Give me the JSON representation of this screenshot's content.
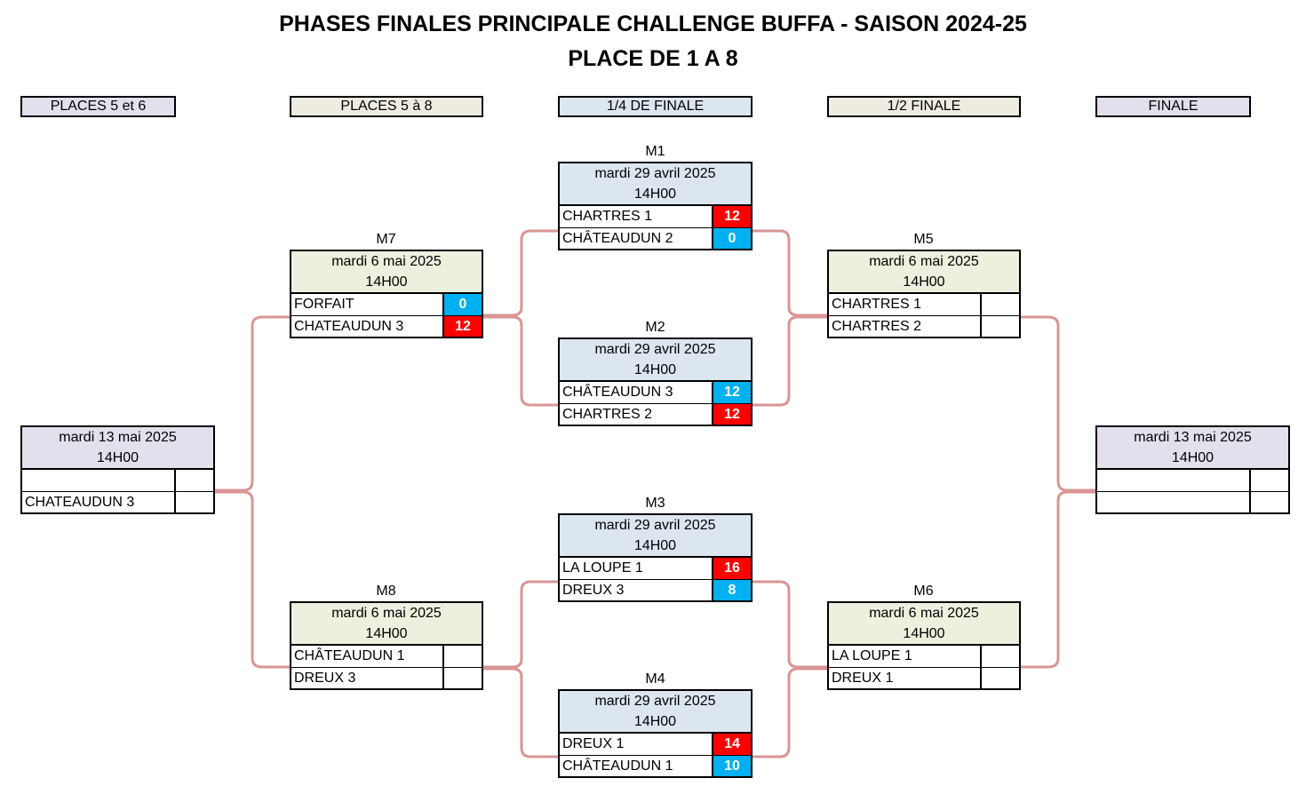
{
  "title_line1": "PHASES FINALES PRINCIPALE CHALLENGE BUFFA - SAISON 2024-25",
  "title_line2": "PLACE DE 1 A 8",
  "columns": {
    "places56": "PLACES 5 et 6",
    "places58": "PLACES 5 à 8",
    "quarter": "1/4 DE FINALE",
    "semi": "1/2 FINALE",
    "final": "FINALE"
  },
  "colors": {
    "quarter_head": "#dce6f1",
    "places58_head": "#ebf1de",
    "places56_head": "#e4dfec",
    "header_places58": "#eeece1",
    "connector": "#d99594",
    "score_red": "#ff0000",
    "score_blue": "#00b0f0"
  },
  "matches": {
    "m1": {
      "label": "M1",
      "date": "mardi 29 avril 2025",
      "time": "14H00",
      "team1": "CHARTRES 1",
      "score1": "12",
      "team2": "CHÂTEAUDUN 2",
      "score2": "0"
    },
    "m2": {
      "label": "M2",
      "date": "mardi 29 avril 2025",
      "time": "14H00",
      "team1": "CHÂTEAUDUN 3",
      "score1": "12",
      "team2": "CHARTRES 2",
      "score2": "12"
    },
    "m3": {
      "label": "M3",
      "date": "mardi 29 avril 2025",
      "time": "14H00",
      "team1": "LA LOUPE 1",
      "score1": "16",
      "team2": "DREUX 3",
      "score2": "8"
    },
    "m4": {
      "label": "M4",
      "date": "mardi 29 avril 2025",
      "time": "14H00",
      "team1": "DREUX 1",
      "score1": "14",
      "team2": "CHÂTEAUDUN 1",
      "score2": "10"
    },
    "m5": {
      "label": "M5",
      "date": "mardi 6 mai 2025",
      "time": "14H00",
      "team1": "CHARTRES 1",
      "score1": "",
      "team2": "CHARTRES 2",
      "score2": ""
    },
    "m6": {
      "label": "M6",
      "date": "mardi 6 mai 2025",
      "time": "14H00",
      "team1": "LA LOUPE 1",
      "score1": "",
      "team2": "DREUX 1",
      "score2": ""
    },
    "m7": {
      "label": "M7",
      "date": "mardi 6 mai 2025",
      "time": "14H00",
      "team1": "FORFAIT",
      "score1": "0",
      "team2": "CHATEAUDUN 3",
      "score2": "12"
    },
    "m8": {
      "label": "M8",
      "date": "mardi 6 mai 2025",
      "time": "14H00",
      "team1": "CHÂTEAUDUN 1",
      "score1": "",
      "team2": "DREUX 3",
      "score2": ""
    },
    "place5": {
      "date": "mardi 13 mai 2025",
      "time": "14H00",
      "team1": "",
      "score1": "",
      "team2": "CHATEAUDUN 3",
      "score2": ""
    },
    "final": {
      "date": "mardi 13 mai 2025",
      "time": "14H00",
      "team1": "",
      "score1": "",
      "team2": "",
      "score2": ""
    }
  }
}
